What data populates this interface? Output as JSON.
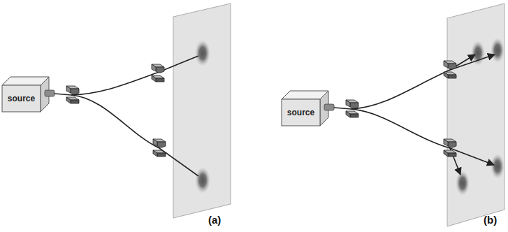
{
  "diagram": {
    "nodes": [
      {
        "text": [
          "source"
        ]
      },
      {
        "text": [
          "source"
        ]
      }
    ],
    "labels": [
      "(a)",
      "(b)"
    ]
  }
}
